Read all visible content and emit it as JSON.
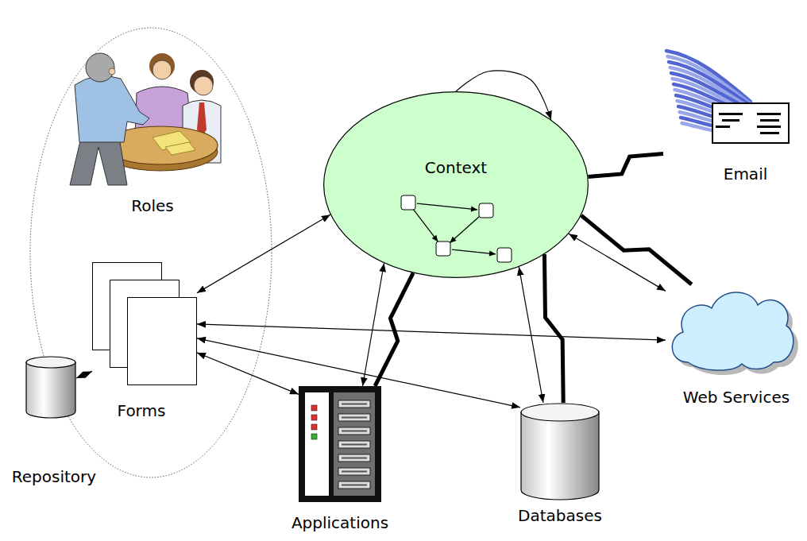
{
  "diagram": {
    "nodes": [
      {
        "text": [
          "Roles"
        ]
      },
      {
        "text": [
          "Context"
        ]
      },
      {
        "text": [
          "Email"
        ]
      },
      {
        "text": [
          "Forms"
        ]
      },
      {
        "text": [
          "Web Services"
        ]
      },
      {
        "text": [
          "Repository"
        ]
      },
      {
        "text": [
          "Applications"
        ]
      },
      {
        "text": [
          "Databases"
        ]
      }
    ],
    "edges": [
      {
        "from": 3,
        "to": 1,
        "arrow": "both"
      },
      {
        "from": 3,
        "to": 4,
        "arrow": "both"
      },
      {
        "from": 3,
        "to": 6,
        "arrow": "both"
      },
      {
        "from": 3,
        "to": 7,
        "arrow": "both"
      },
      {
        "from": 3,
        "to": 5,
        "arrow": "both"
      },
      {
        "from": 1,
        "to": 6,
        "arrow": "both"
      },
      {
        "from": 1,
        "to": 7,
        "arrow": "both"
      },
      {
        "from": 1,
        "to": 4,
        "arrow": "both"
      },
      {
        "from": 1,
        "to": 1,
        "arrow": "to"
      },
      {
        "from": 1,
        "to": 2,
        "arrow": "none"
      },
      {
        "from": 1,
        "to": 4,
        "arrow": "none"
      },
      {
        "from": 1,
        "to": 6,
        "arrow": "none"
      },
      {
        "from": 1,
        "to": 7,
        "arrow": "none"
      }
    ]
  }
}
